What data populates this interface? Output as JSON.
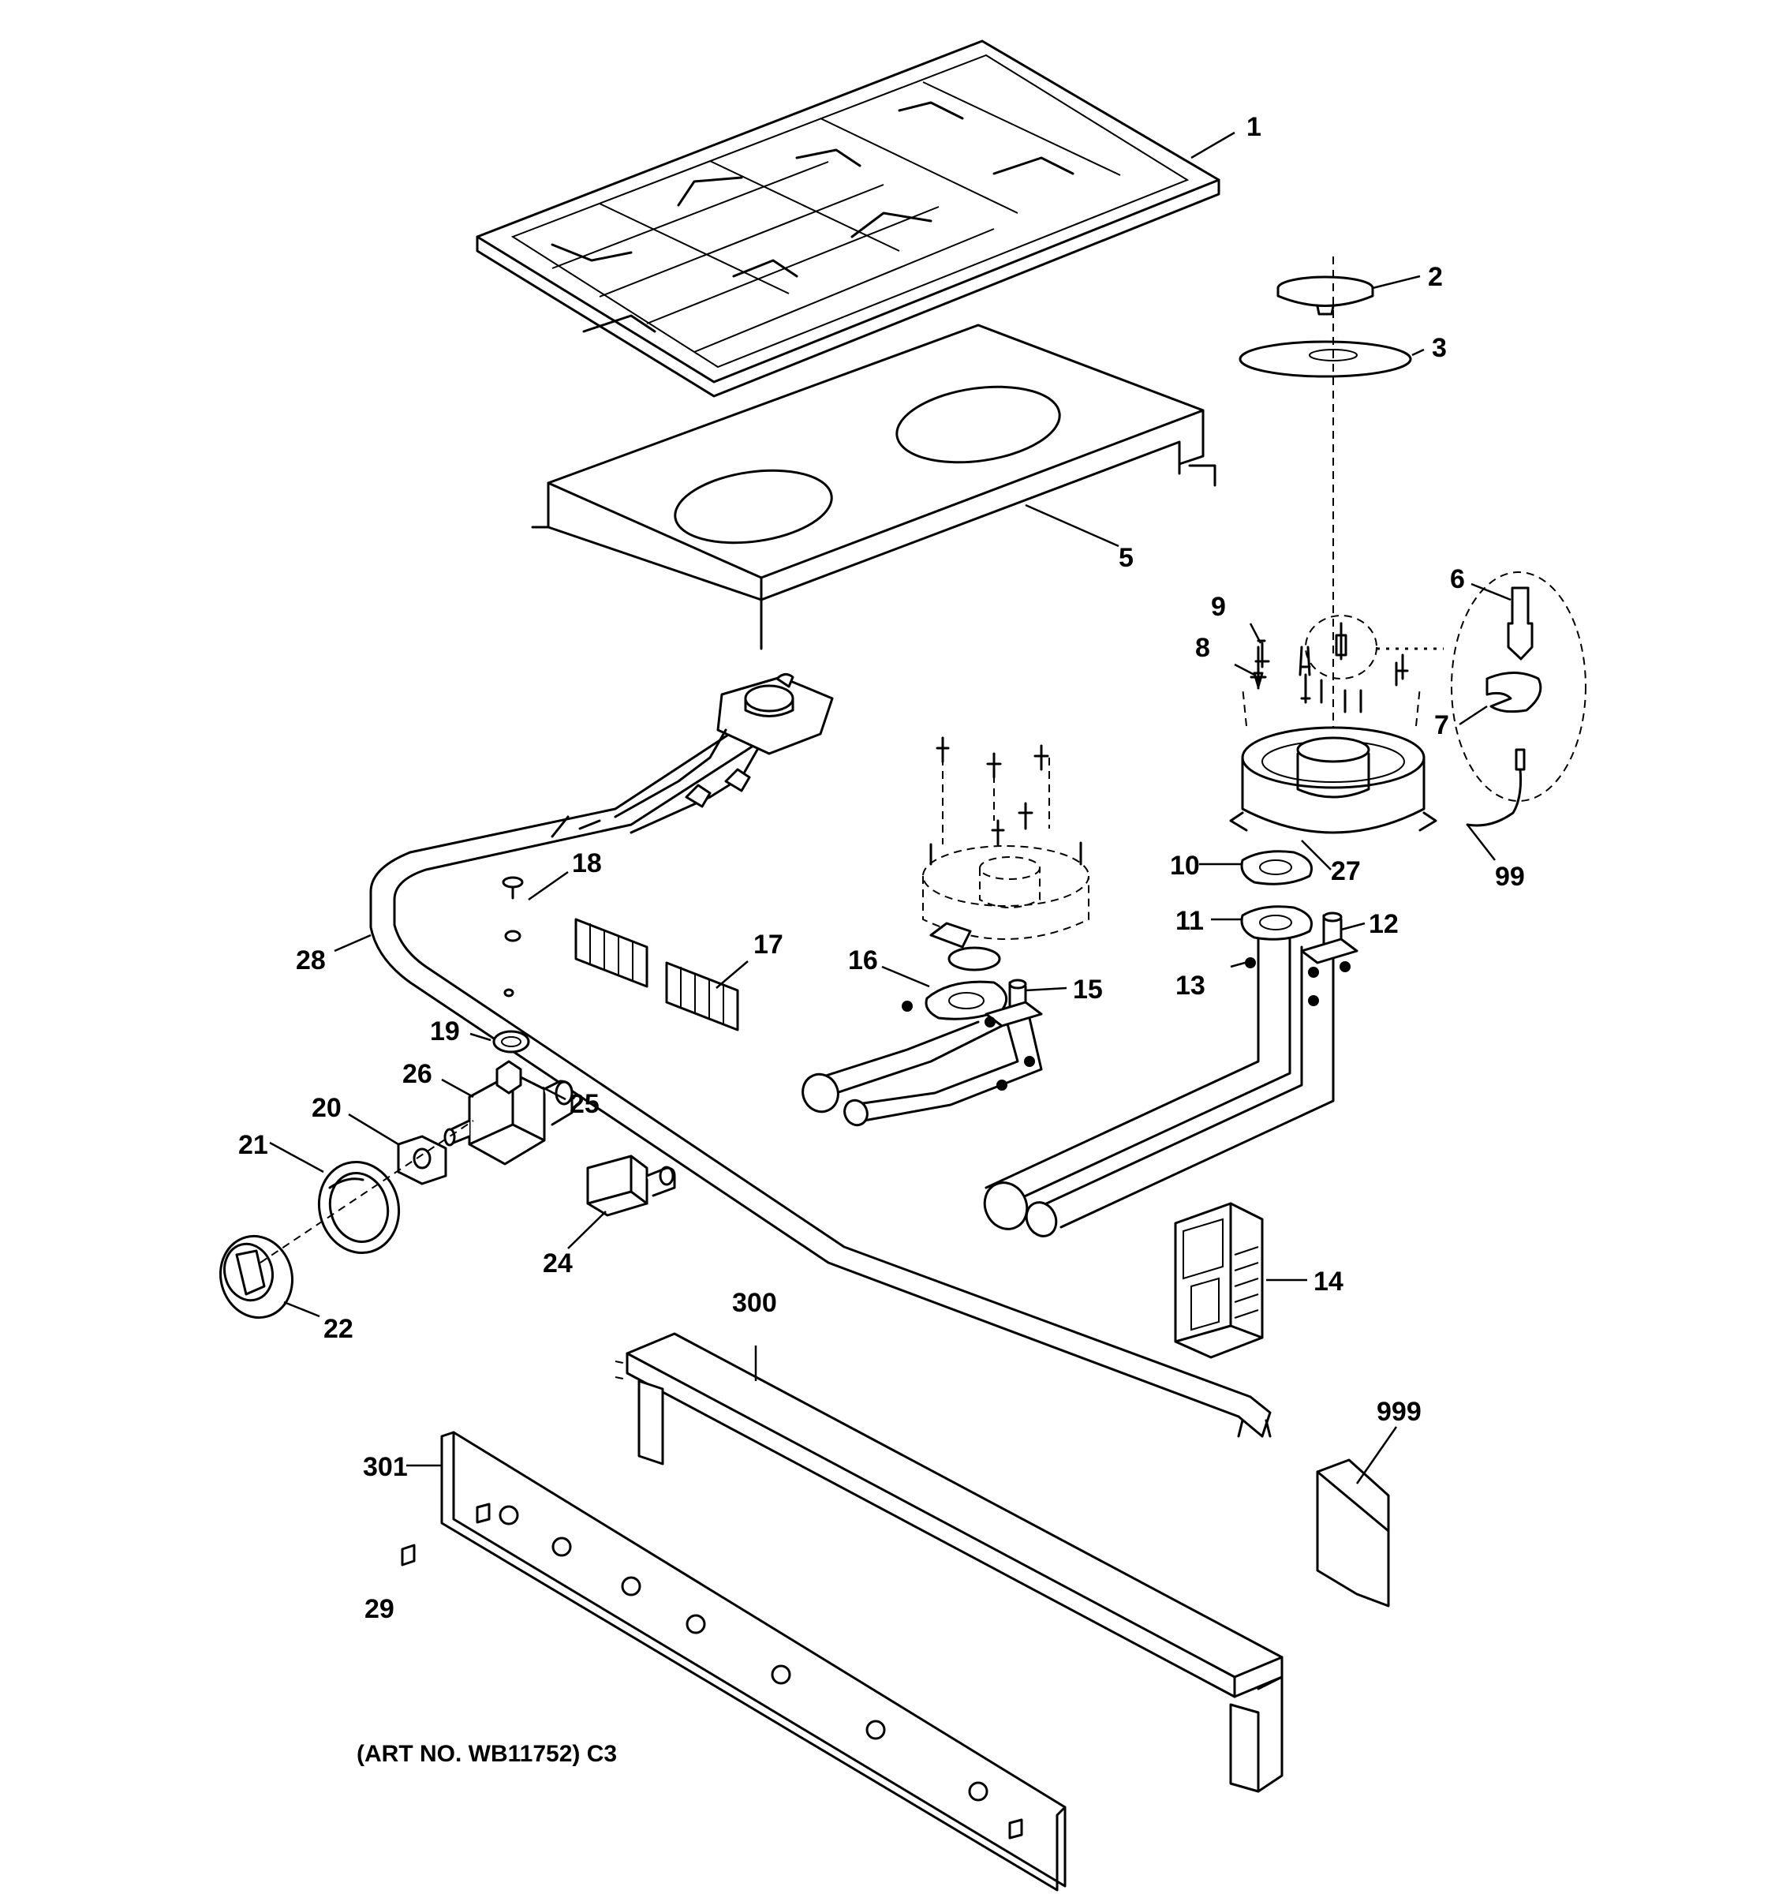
{
  "caption": "(ART NO. WB11752) C3",
  "callouts": [
    {
      "id": "1",
      "text": "1"
    },
    {
      "id": "2",
      "text": "2"
    },
    {
      "id": "3",
      "text": "3"
    },
    {
      "id": "5",
      "text": "5"
    },
    {
      "id": "6",
      "text": "6"
    },
    {
      "id": "7",
      "text": "7"
    },
    {
      "id": "8",
      "text": "8"
    },
    {
      "id": "9",
      "text": "9"
    },
    {
      "id": "10",
      "text": "10"
    },
    {
      "id": "11",
      "text": "11"
    },
    {
      "id": "12",
      "text": "12"
    },
    {
      "id": "13",
      "text": "13"
    },
    {
      "id": "14",
      "text": "14"
    },
    {
      "id": "15",
      "text": "15"
    },
    {
      "id": "16",
      "text": "16"
    },
    {
      "id": "17",
      "text": "17"
    },
    {
      "id": "18",
      "text": "18"
    },
    {
      "id": "19",
      "text": "19"
    },
    {
      "id": "20",
      "text": "20"
    },
    {
      "id": "21",
      "text": "21"
    },
    {
      "id": "22",
      "text": "22"
    },
    {
      "id": "24",
      "text": "24"
    },
    {
      "id": "25",
      "text": "25"
    },
    {
      "id": "26",
      "text": "26"
    },
    {
      "id": "27",
      "text": "27"
    },
    {
      "id": "28",
      "text": "28"
    },
    {
      "id": "29",
      "text": "29"
    },
    {
      "id": "99",
      "text": "99"
    },
    {
      "id": "300",
      "text": "300"
    },
    {
      "id": "301",
      "text": "301"
    },
    {
      "id": "999",
      "text": "999"
    }
  ]
}
